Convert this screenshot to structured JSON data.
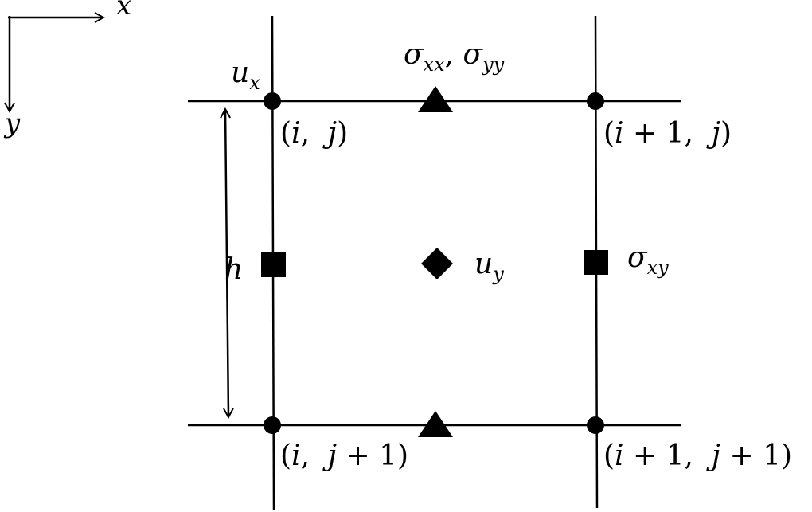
{
  "axes": {
    "x_label": "x",
    "y_label": "y"
  },
  "markers": {
    "circle_label": "u",
    "circle_sub": "x",
    "triangle_label": "σ",
    "triangle_sub1": "xx",
    "triangle_sep": ", ",
    "triangle_label2": "σ",
    "triangle_sub2": "yy",
    "diamond_label": "u",
    "diamond_sub": "y",
    "square_label": "σ",
    "square_sub": "xy"
  },
  "spacing_label": "h",
  "nodes": {
    "top_left": {
      "open": "(",
      "i": "i",
      "comma": ",  ",
      "j": "j",
      "rest": "",
      "close": ")"
    },
    "top_right": {
      "open": "(",
      "i": "i",
      "plus_i": " + 1",
      "comma": ",  ",
      "j": "j",
      "close": ")"
    },
    "bottom_left": {
      "open": "(",
      "i": "i",
      "comma": ",  ",
      "j": "j",
      "plus_j": " + 1",
      "close": ")"
    },
    "bottom_right": {
      "open": "(",
      "i": "i",
      "plus_i": " + 1",
      "comma": ",  ",
      "j": "j",
      "plus_j": " + 1",
      "close": ")"
    }
  }
}
